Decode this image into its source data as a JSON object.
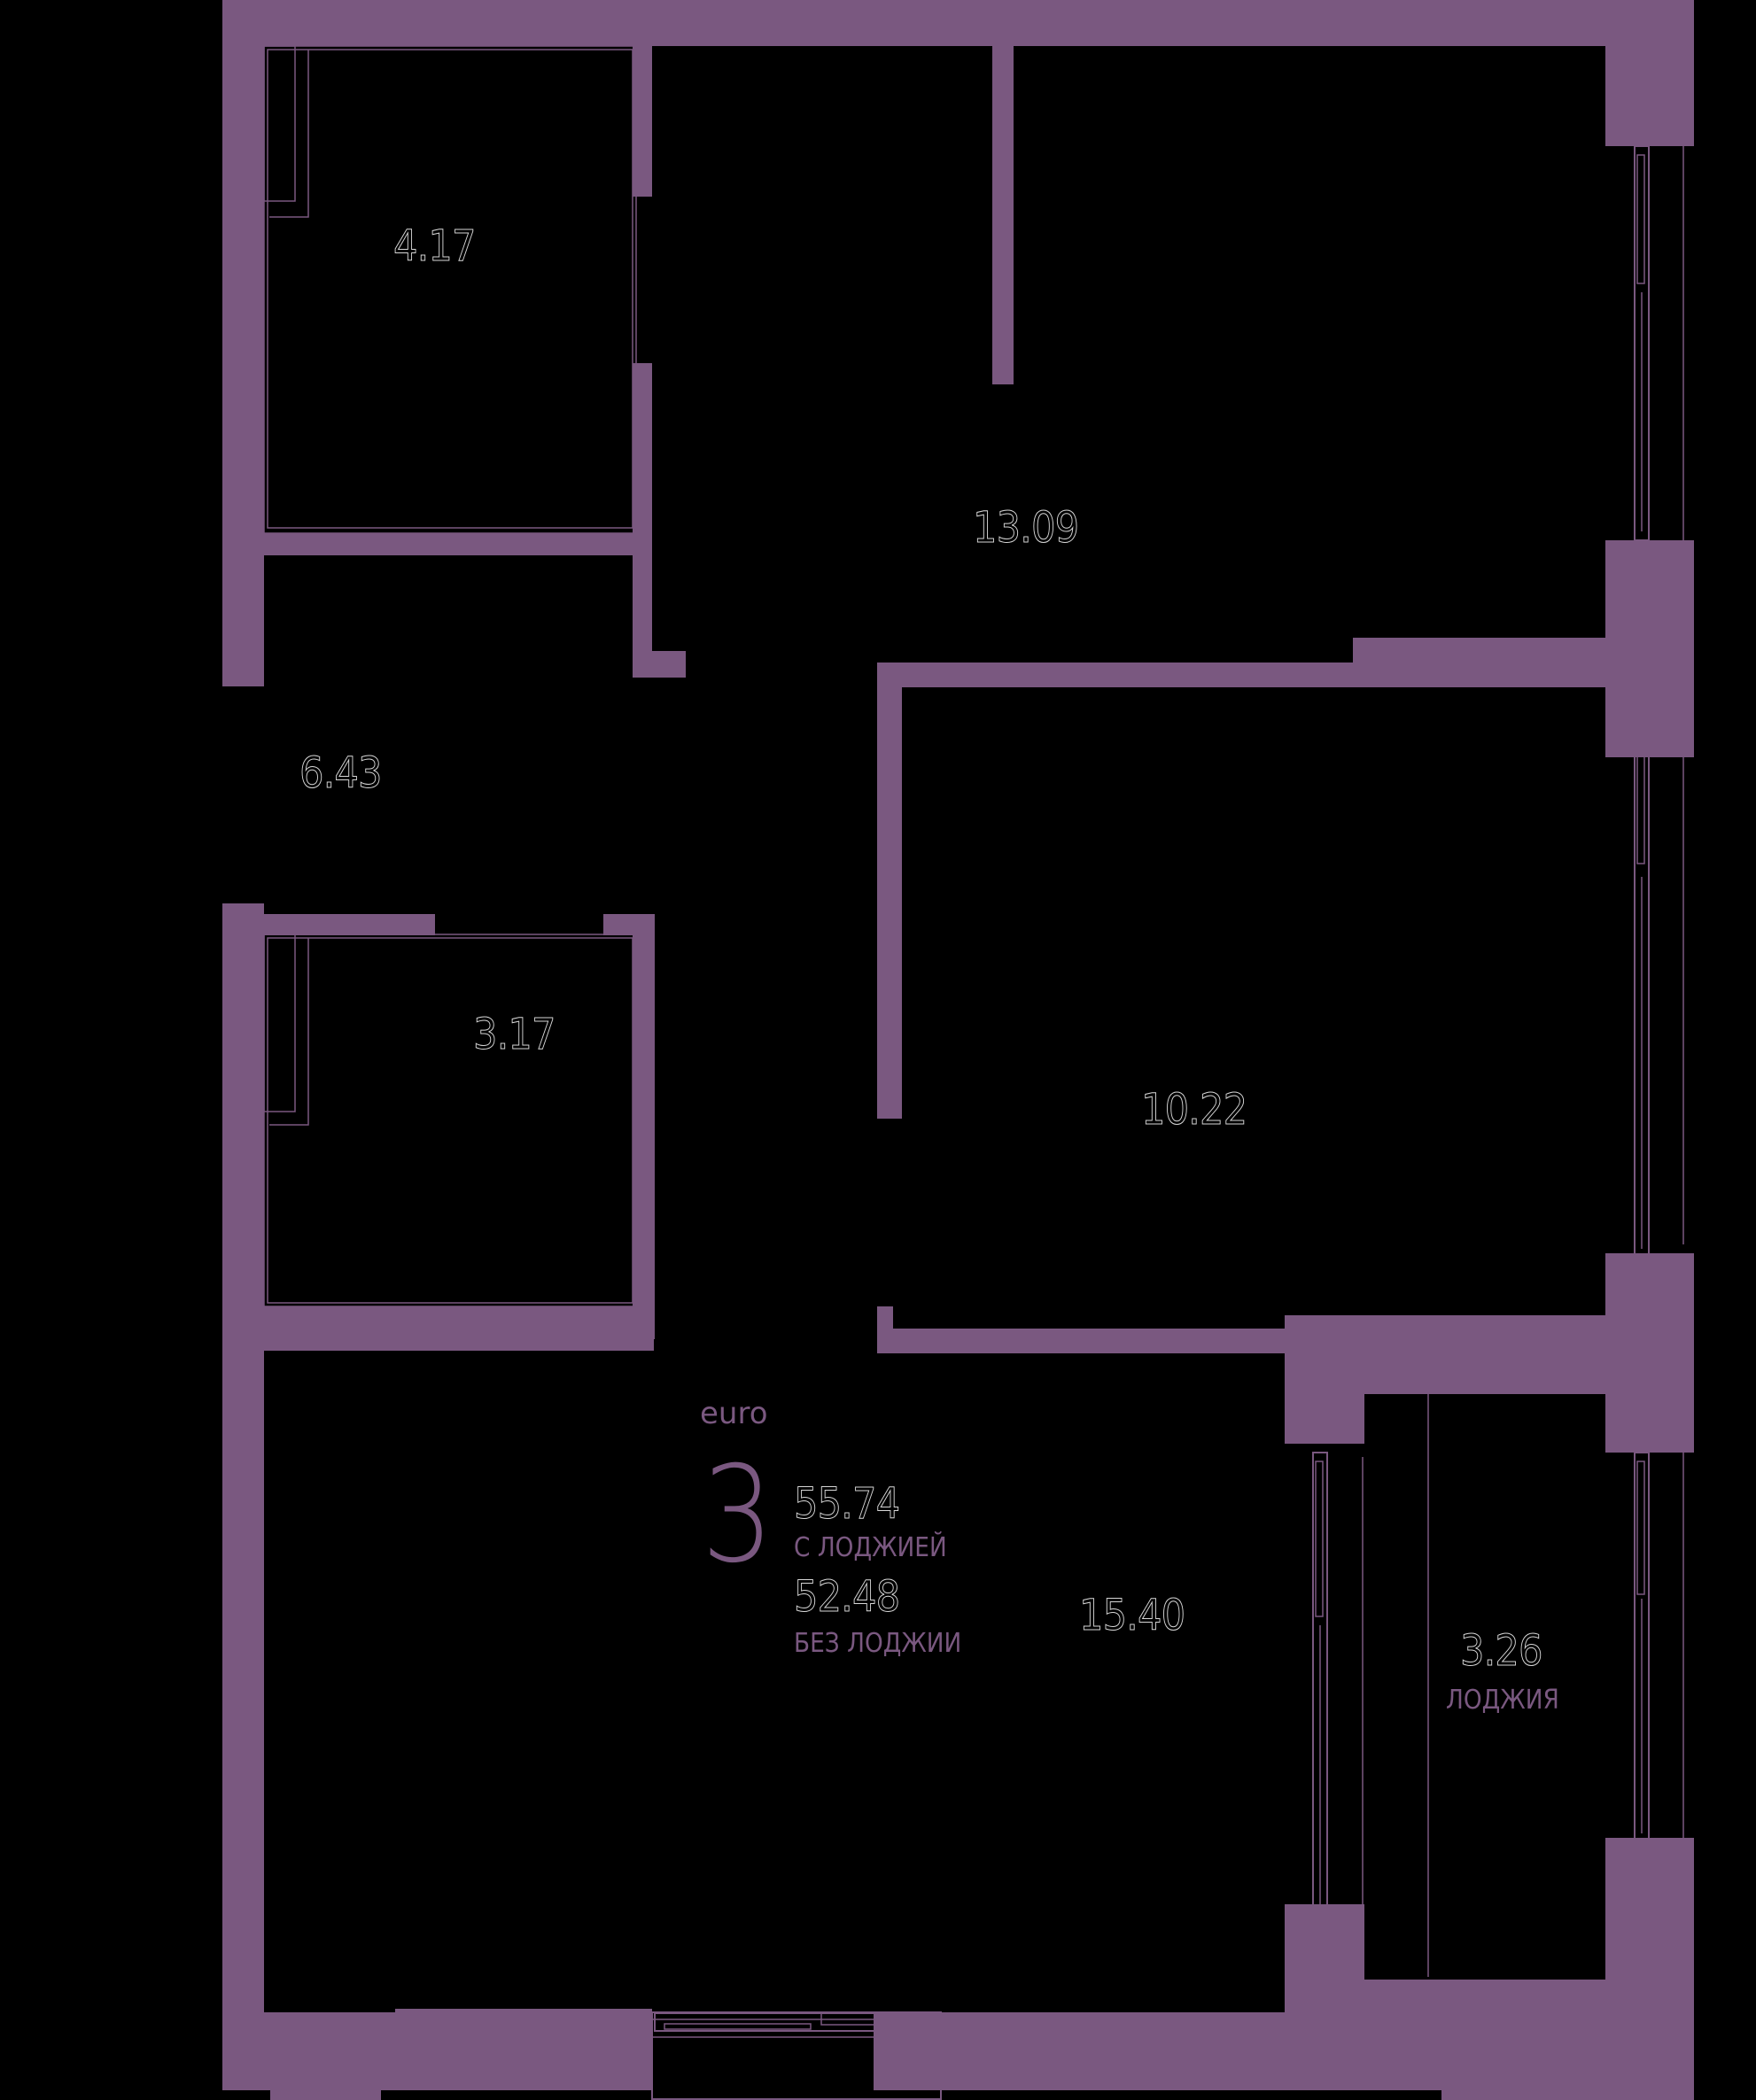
{
  "plan": {
    "type_label": "euro",
    "rooms_count": "3",
    "area_with_loggia": "55.74",
    "area_with_loggia_label": "С ЛОДЖИЕЙ",
    "area_without_loggia": "52.48",
    "area_without_loggia_label": "БЕЗ ЛОДЖИИ",
    "wall_color": "#7a5880",
    "background_color": "#000000"
  },
  "rooms": [
    {
      "id": "bathroom-top",
      "area": "4.17"
    },
    {
      "id": "bedroom-top",
      "area": "13.09"
    },
    {
      "id": "hallway",
      "area": "6.43"
    },
    {
      "id": "bathroom-bottom",
      "area": "3.17"
    },
    {
      "id": "bedroom-middle",
      "area": "10.22"
    },
    {
      "id": "living-kitchen",
      "area": "15.40"
    },
    {
      "id": "loggia",
      "area": "3.26",
      "label": "ЛОДЖИЯ"
    }
  ]
}
